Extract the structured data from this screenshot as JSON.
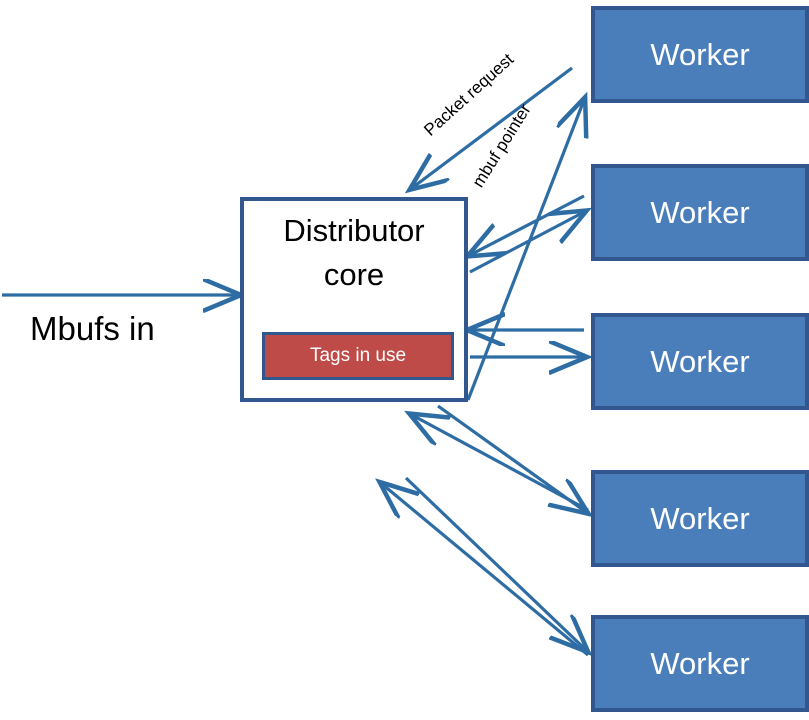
{
  "diagram": {
    "title_alt": "DPDK packet distributor library diagram",
    "distributor": {
      "label": "Distributor\ncore",
      "tags_label": "Tags in use",
      "box_fill": "#FFFFFF",
      "box_border": "#31578E",
      "tags_fill": "#BE4B48",
      "tags_border": "#31578E"
    },
    "input": {
      "label": "Mbufs in"
    },
    "workers": [
      {
        "label": "Worker"
      },
      {
        "label": "Worker"
      },
      {
        "label": "Worker"
      },
      {
        "label": "Worker"
      },
      {
        "label": "Worker"
      }
    ],
    "worker_style": {
      "fill": "#4A7EBB",
      "border": "#31578E",
      "text": "#FFFFFF"
    },
    "edge_labels": {
      "packet_request": "Packet request",
      "mbuf_pointer": "mbuf pointer"
    },
    "arrow_color": "#2E6DA4"
  }
}
